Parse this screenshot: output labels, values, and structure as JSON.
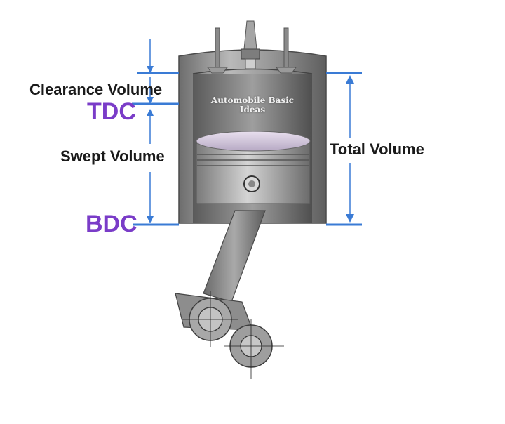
{
  "labels": {
    "clearance_volume": "Clearance Volume",
    "tdc": "TDC",
    "swept_volume": "Swept Volume",
    "bdc": "BDC",
    "total_volume": "Total Volume",
    "watermark": "Automobile Basic Ideas"
  },
  "colors": {
    "dimension_line": "#3a7bd5",
    "marker_text": "#7a3cc8",
    "label_text": "#1a1a1a",
    "cylinder_metal": "#8a8a8a",
    "piston_metal": "#b8b8b8"
  },
  "icons": [
    "valve-icon",
    "spark-plug-icon",
    "piston-pin-icon",
    "crank-journal-icon"
  ]
}
